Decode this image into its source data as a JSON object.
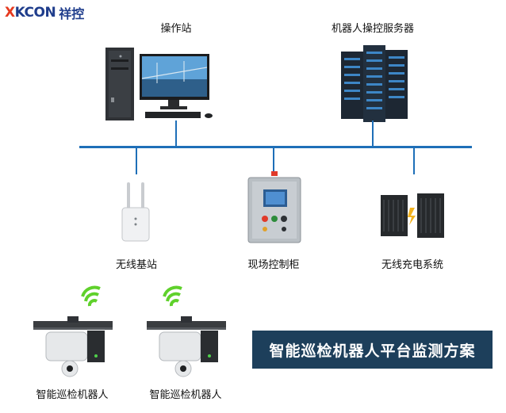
{
  "logo": {
    "brand": "XKCON",
    "brand_x": "X",
    "brand_rest": "KCON",
    "chinese": "祥控"
  },
  "nodes": {
    "operator_station": "操作站",
    "robot_server": "机器人操控服务器",
    "wireless_base": "无线基站",
    "field_cabinet": "现场控制柜",
    "wireless_charging": "无线充电系统",
    "robot_1": "智能巡检机器人",
    "robot_2": "智能巡检机器人"
  },
  "banner": {
    "title": "智能巡检机器人平台监测方案"
  },
  "colors": {
    "network_line": "#1e6fb8",
    "banner_bg": "#1d3f5b",
    "wifi": "#5fd12b",
    "logo_red": "#e63a1f",
    "logo_blue": "#1f3d8c"
  }
}
